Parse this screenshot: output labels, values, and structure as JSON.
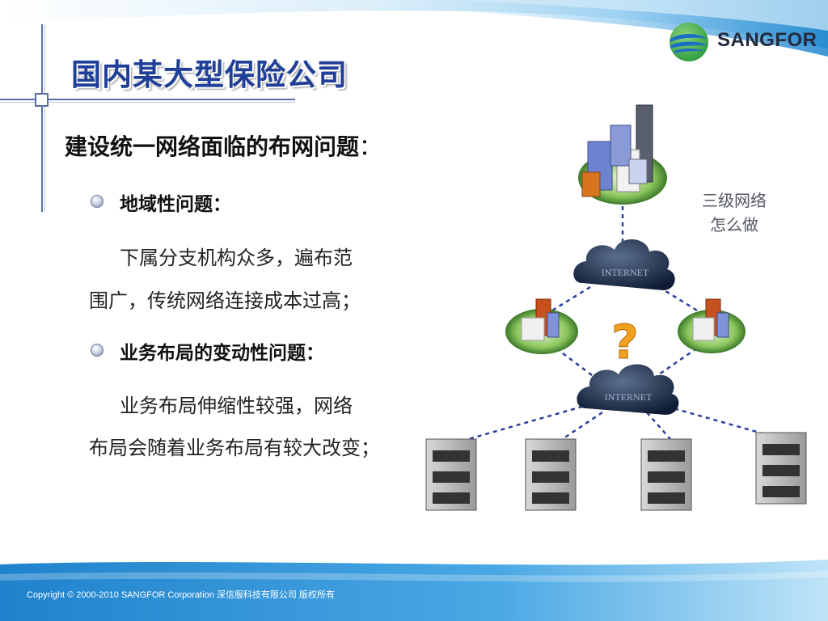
{
  "slide": {
    "title": "国内某大型保险公司",
    "logo_text": "SANGFOR",
    "subheading": "建设统一网络面临的布网问题",
    "subheading_colon": "：",
    "bullets": [
      {
        "label": "地域性问题：",
        "lines": [
          "下属分支机构众多，遍布范",
          "围广，传统网络连接成本过高；"
        ]
      },
      {
        "label": "业务布局的变动性问题：",
        "lines": [
          "业务布局伸缩性较强，网络",
          "布局会随着业务布局有较大改变；"
        ]
      }
    ],
    "diagram": {
      "cloud_label": "INTERNET",
      "question_mark": "?",
      "side_note": [
        "三级网络",
        "怎么做"
      ]
    },
    "footer": {
      "copyright": "Copyright © 2000-2010 SANGFOR Corporation  深信服科技有限公司    版权所有"
    },
    "colors": {
      "title": "#1f3f98",
      "accent_blue": "#2f8fd8",
      "logo_green": "#3aa648",
      "dashed_link": "#2d3f9c",
      "question": "#f0a020"
    }
  }
}
